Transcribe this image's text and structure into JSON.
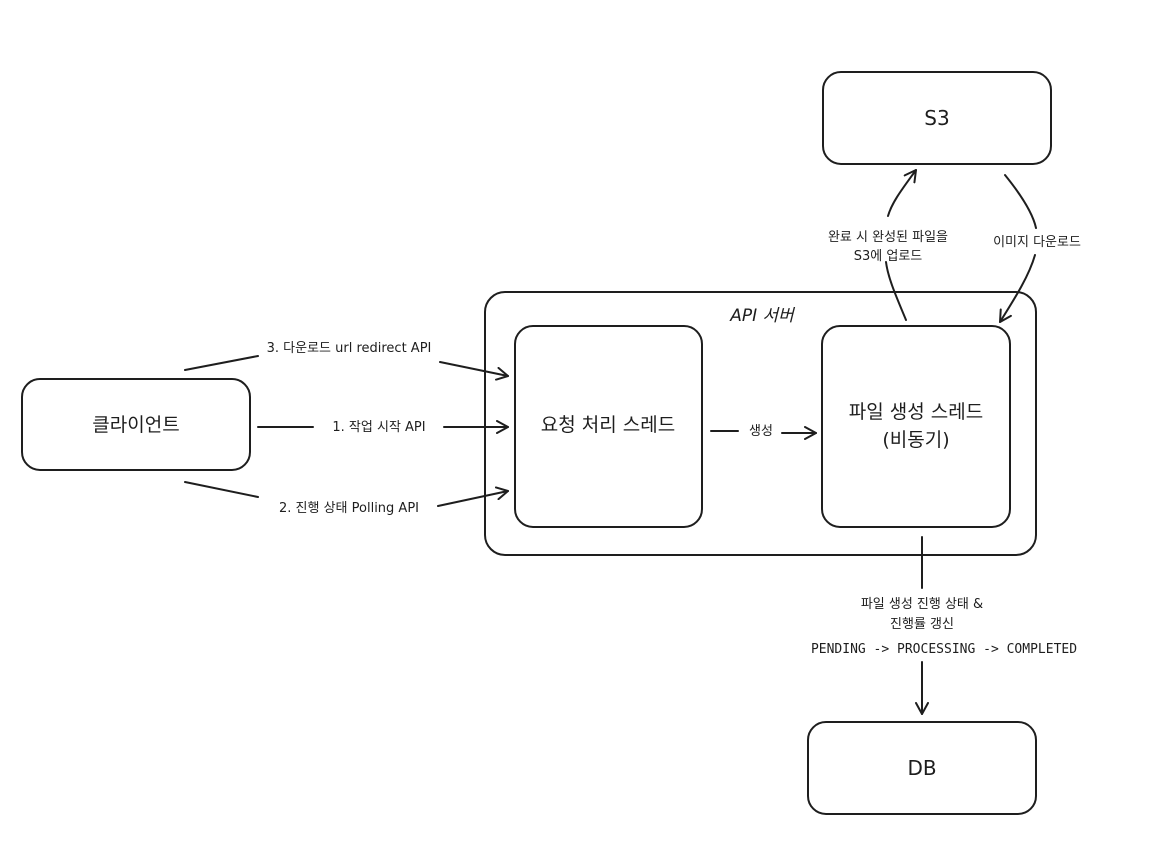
{
  "nodes": {
    "client": "클라이언트",
    "request_thread": "요청 처리 스레드",
    "file_thread_line1": "파일 생성 스레드",
    "file_thread_line2": "(비동기)",
    "s3": "S3",
    "db": "DB",
    "api_server": "API 서버"
  },
  "edges": {
    "start_job": "1. 작업 시작 API",
    "polling": "2. 진행 상태 Polling API",
    "download_redirect": "3. 다운로드 url redirect API",
    "create": "생성",
    "upload_line1": "완료 시 완성된 파일을",
    "upload_line2": "S3에 업로드",
    "image_download": "이미지 다운로드",
    "db_update_line1": "파일 생성 진행 상태 &",
    "db_update_line2": "진행률 갱신",
    "status_flow": "PENDING -> PROCESSING -> COMPLETED"
  }
}
